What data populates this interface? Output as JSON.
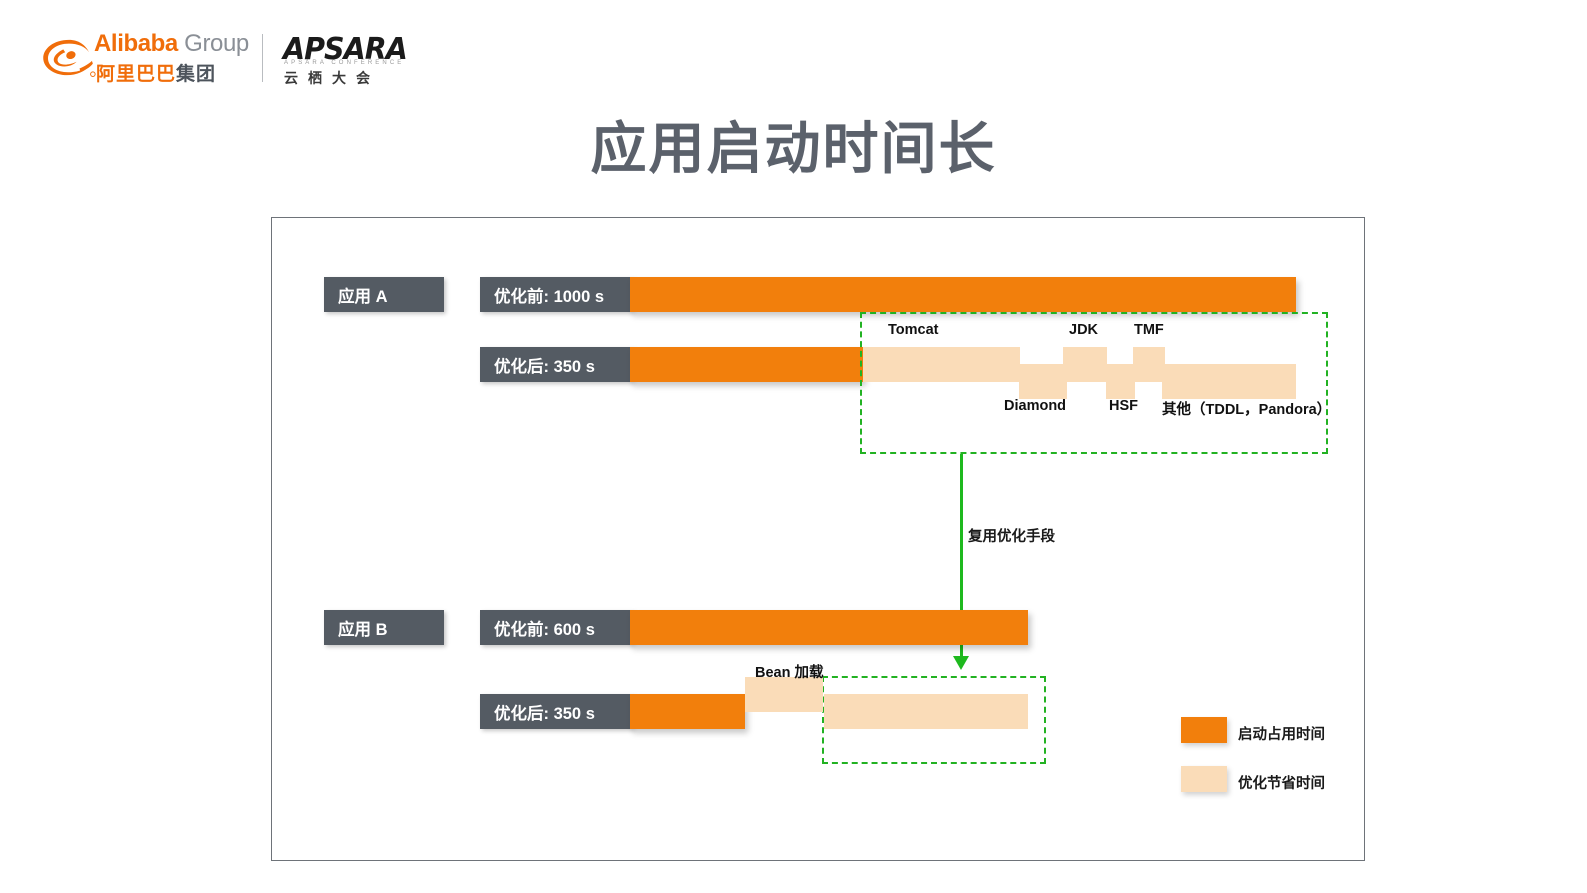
{
  "brand": {
    "alibaba_en_bold": "Alibaba",
    "alibaba_en_grey": "Group",
    "alibaba_cn_orange": "阿里巴巴",
    "alibaba_cn_dark": "集团",
    "apsara_word": "APSARA",
    "apsara_sub": "APSARA CONFERENCE",
    "apsara_cn": "云栖大会",
    "orange": "#F06D0A"
  },
  "title": "应用启动时间长",
  "colors": {
    "orange": "#F27F0C",
    "peach": "#FADCB8",
    "tag_bg": "#545B63",
    "dashed_green": "#22B222",
    "arrow_green": "#1EB91E",
    "title_grey": "#5B616B",
    "frame_border": "#6E7379"
  },
  "apps": [
    {
      "name": "应用 A",
      "before_label": "优化前: 1000 s",
      "after_label": "优化后: 350 s",
      "before_seconds": 1000,
      "after_seconds": 350
    },
    {
      "name": "应用 B",
      "before_label": "优化前: 600 s",
      "after_label": "优化后: 350 s",
      "before_seconds": 600,
      "after_seconds": 350
    }
  ],
  "app_a_segments": [
    {
      "label": "Tomcat",
      "position": "above"
    },
    {
      "label": "Diamond",
      "position": "below"
    },
    {
      "label": "JDK",
      "position": "above"
    },
    {
      "label": "HSF",
      "position": "below"
    },
    {
      "label": "TMF",
      "position": "above"
    },
    {
      "label": "其他（TDDL，Pandora）",
      "position": "below"
    }
  ],
  "app_b_segments": [
    {
      "label": "Bean 加载",
      "position": "above"
    }
  ],
  "arrow": {
    "label": "复用优化手段"
  },
  "legend": [
    {
      "label": "启动占用时间",
      "color": "#F27F0C"
    },
    {
      "label": "优化节省时间",
      "color": "#FADCB8"
    }
  ]
}
